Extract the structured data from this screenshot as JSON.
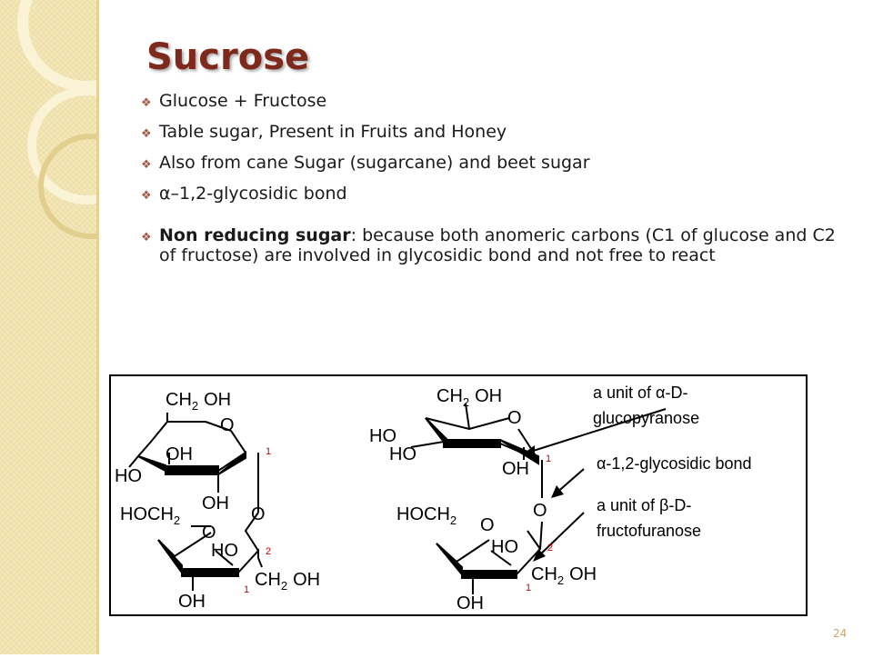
{
  "title": "Sucrose",
  "bullets": [
    {
      "text": "Glucose + Fructose"
    },
    {
      "text": "Table sugar, Present in Fruits and Honey"
    },
    {
      "text": "Also from cane Sugar (sugarcane) and beet sugar"
    },
    {
      "text": "α–1,2-glycosidic bond"
    },
    {
      "bold": "Non reducing sugar",
      "text": ": because both anomeric carbons (C1 of glucose and C2 of fructose) are involved in glycosidic bond and not free to react"
    }
  ],
  "figure": {
    "left": {
      "ch2oh": "CH",
      "sub2": "2",
      "oh": "OH",
      "o_ring": "O",
      "oh_3": "OH",
      "ho_4": "HO",
      "oh_2": "OH",
      "o_link": "O",
      "c1": "1",
      "hoch2": "HOCH",
      "o_fru": "O",
      "ho_fru": "HO",
      "c2": "2",
      "ch2oh_b": "CH",
      "oh_b": "OH",
      "c1_fru": "1",
      "oh_bottom": "OH"
    },
    "right": {
      "ch2oh": "CH",
      "sub2": "2",
      "oh": "OH",
      "o_ring": "O",
      "ho_4": "HO",
      "ho_3": "HO",
      "oh_2": "OH",
      "c1": "1",
      "o_link": "O",
      "hoch2": "HOCH",
      "o_fru": "O",
      "ho_fru": "HO",
      "c2": "2",
      "ch2oh_b": "CH",
      "oh_b": "OH",
      "c1_fru": "1",
      "oh_bottom": "OH"
    },
    "annotations": {
      "gluco_1": "a unit of α-D-",
      "gluco_2": "glucopyranose",
      "bond": "α-1,2-glycosidic bond",
      "fructo_1": "a unit of β-D-",
      "fructo_2": "fructofuranose"
    }
  },
  "slide_number": "24"
}
